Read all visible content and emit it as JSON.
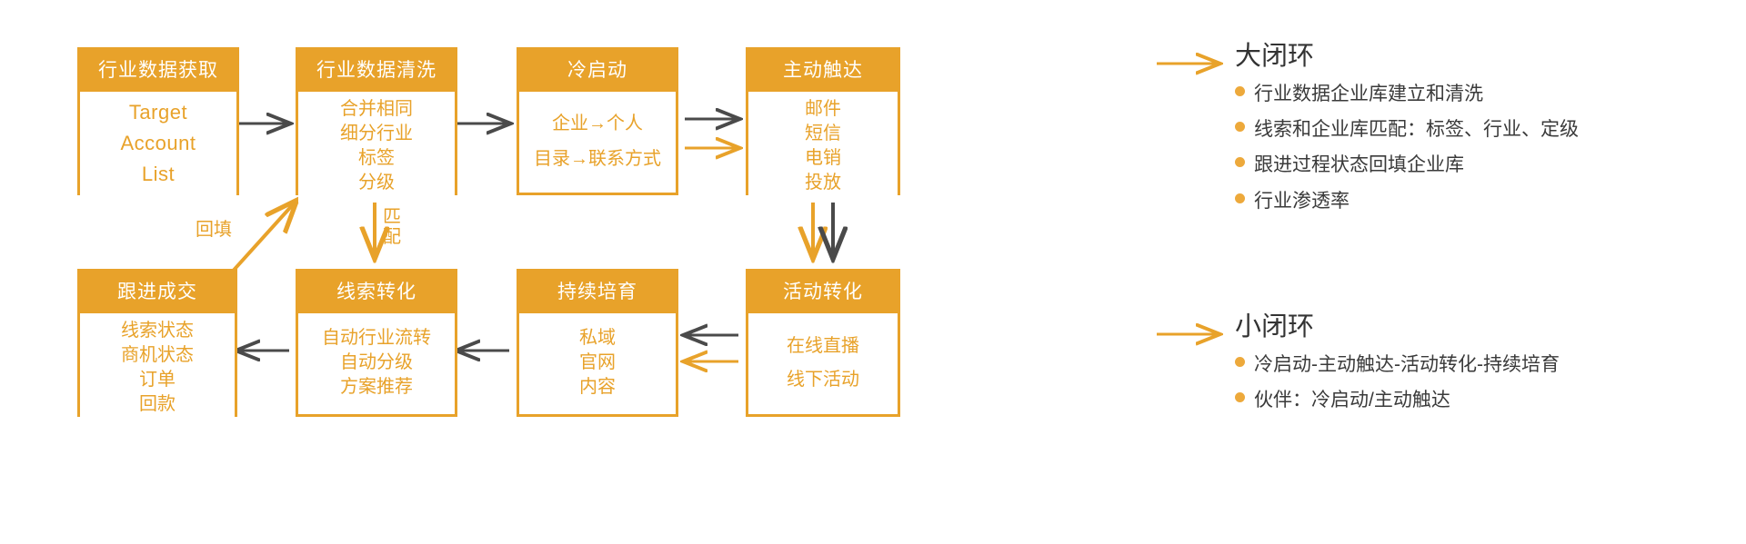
{
  "colors": {
    "accent": "#E8A22A",
    "accent_light": "#EDA93B",
    "arrow_gray": "#4A4A4A",
    "text_dark": "#3A3A3A",
    "box_fill": "#FFFFFF"
  },
  "nodes": {
    "industry_data_acquire": {
      "title": "行业数据获取",
      "lines": [
        "Target",
        "Account",
        "List"
      ]
    },
    "industry_data_clean": {
      "title": "行业数据清洗",
      "lines": [
        "合并相同",
        "细分行业",
        "标签",
        "分级"
      ]
    },
    "cold_start": {
      "title": "冷启动",
      "lines": [
        "企业→个人",
        "目录→联系方式"
      ]
    },
    "active_reach": {
      "title": "主动触达",
      "lines": [
        "邮件",
        "短信",
        "电销",
        "投放"
      ]
    },
    "follow_up_deal": {
      "title": "跟进成交",
      "lines": [
        "线索状态",
        "商机状态",
        "订单",
        "回款"
      ]
    },
    "lead_conversion": {
      "title": "线索转化",
      "lines": [
        "自动行业流转",
        "自动分级",
        "方案推荐"
      ]
    },
    "continuous_nurture": {
      "title": "持续培育",
      "lines": [
        "私域",
        "官网",
        "内容"
      ]
    },
    "event_conversion": {
      "title": "活动转化",
      "lines": [
        "在线直播",
        "线下活动"
      ]
    }
  },
  "wire_labels": {
    "backfill": "回填",
    "match": "匹\n配"
  },
  "legend": {
    "big_loop": {
      "title": "大闭环",
      "items": [
        "行业数据企业库建立和清洗",
        "线索和企业库匹配：标签、行业、定级",
        "跟进过程状态回填企业库",
        "行业渗透率"
      ]
    },
    "small_loop": {
      "title": "小闭环",
      "items": [
        "冷启动-主动触达-活动转化-持续培育",
        "伙伴：冷启动/主动触达"
      ]
    }
  }
}
